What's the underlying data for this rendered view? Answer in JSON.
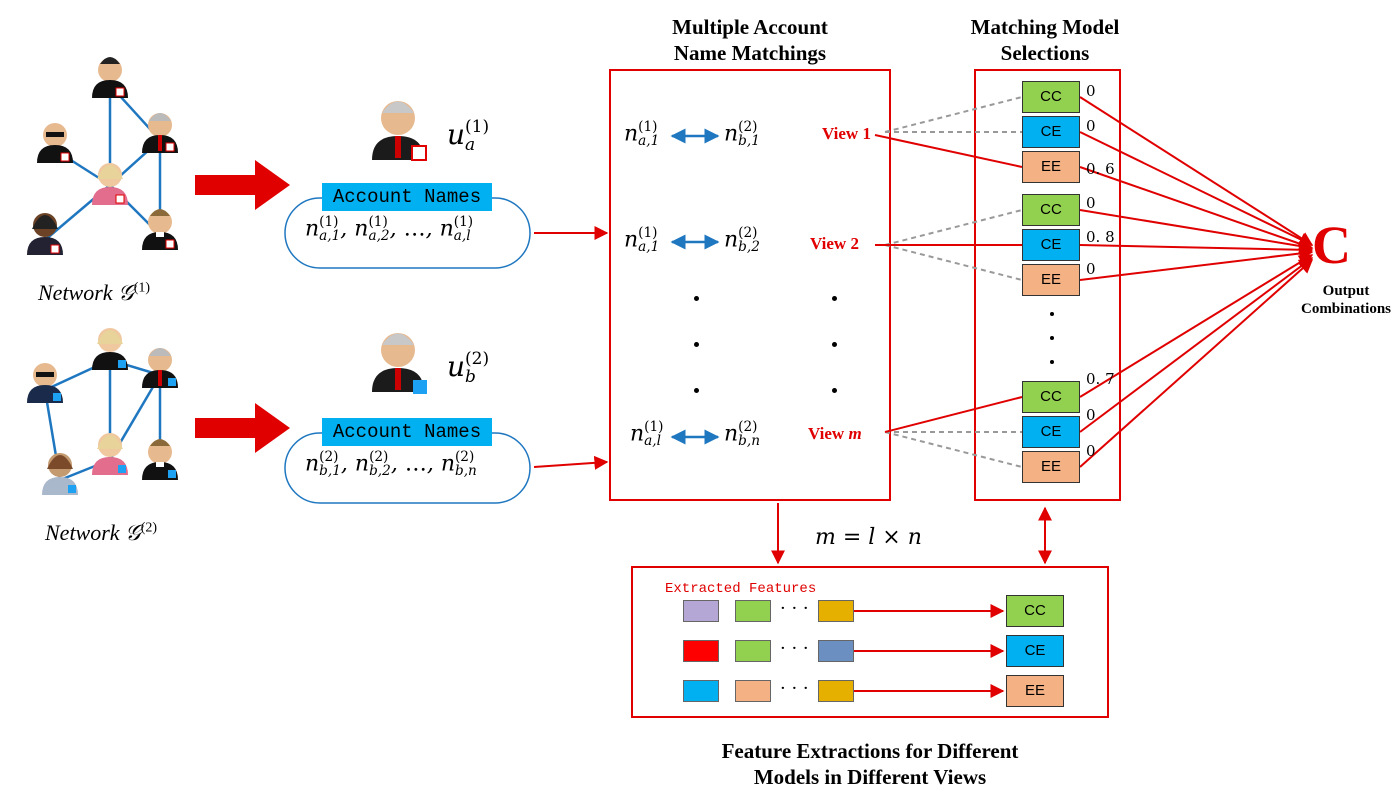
{
  "titles": {
    "matchings": [
      "Multiple Account",
      "Name Matchings"
    ],
    "selections": [
      "Matching Model",
      "Selections"
    ],
    "features": [
      "Feature Extractions for Different",
      "Models in Different Views"
    ]
  },
  "networks": {
    "net1": "Network 𝒢",
    "net1_sup": "(1)",
    "net2": "Network 𝒢",
    "net2_sup": "(2)"
  },
  "users": {
    "ua": "u",
    "ua_sub": "a",
    "ua_sup": "(1)",
    "ub": "u",
    "ub_sub": "b",
    "ub_sup": "(2)"
  },
  "account_names_label": "Account Names",
  "name_lists": {
    "list1": [
      "n",
      "a,1",
      "(1)",
      "n",
      "a,2",
      "(1)",
      "…",
      "n",
      "a,l",
      "(1)"
    ],
    "list2": [
      "n",
      "b,1",
      "(2)",
      "n",
      "b,2",
      "(2)",
      "…",
      "n",
      "b,n",
      "(2)"
    ]
  },
  "views": [
    {
      "label": "View 1",
      "left_sub": "a,1",
      "left_sup": "(1)",
      "right_sub": "b,1",
      "right_sup": "(2)",
      "weights": [
        "0",
        "0",
        "0. 6"
      ]
    },
    {
      "label": "View 2",
      "left_sub": "a,1",
      "left_sup": "(1)",
      "right_sub": "b,2",
      "right_sup": "(2)",
      "weights": [
        "0",
        "0. 8",
        "0"
      ]
    },
    {
      "label_prefix": "View ",
      "label_var": "m",
      "left_sub": "a,l",
      "left_sup": "(1)",
      "right_sub": "b,n",
      "right_sup": "(2)",
      "weights": [
        "0. 7",
        "0",
        "0"
      ]
    }
  ],
  "models": [
    "CC",
    "CE",
    "EE"
  ],
  "colors": {
    "cc": "#92d050",
    "ce": "#00b0f0",
    "ee": "#f4b183",
    "red": "#e00000",
    "blue": "#1f77c0",
    "purple": "#b4a7d6",
    "darkgold": "#e6b000",
    "steel": "#6a8fc0"
  },
  "equation": "m = l × n",
  "extracted_label": "Extracted Features",
  "output": {
    "symbol": "C",
    "label": [
      "Output",
      "Combinations"
    ]
  }
}
